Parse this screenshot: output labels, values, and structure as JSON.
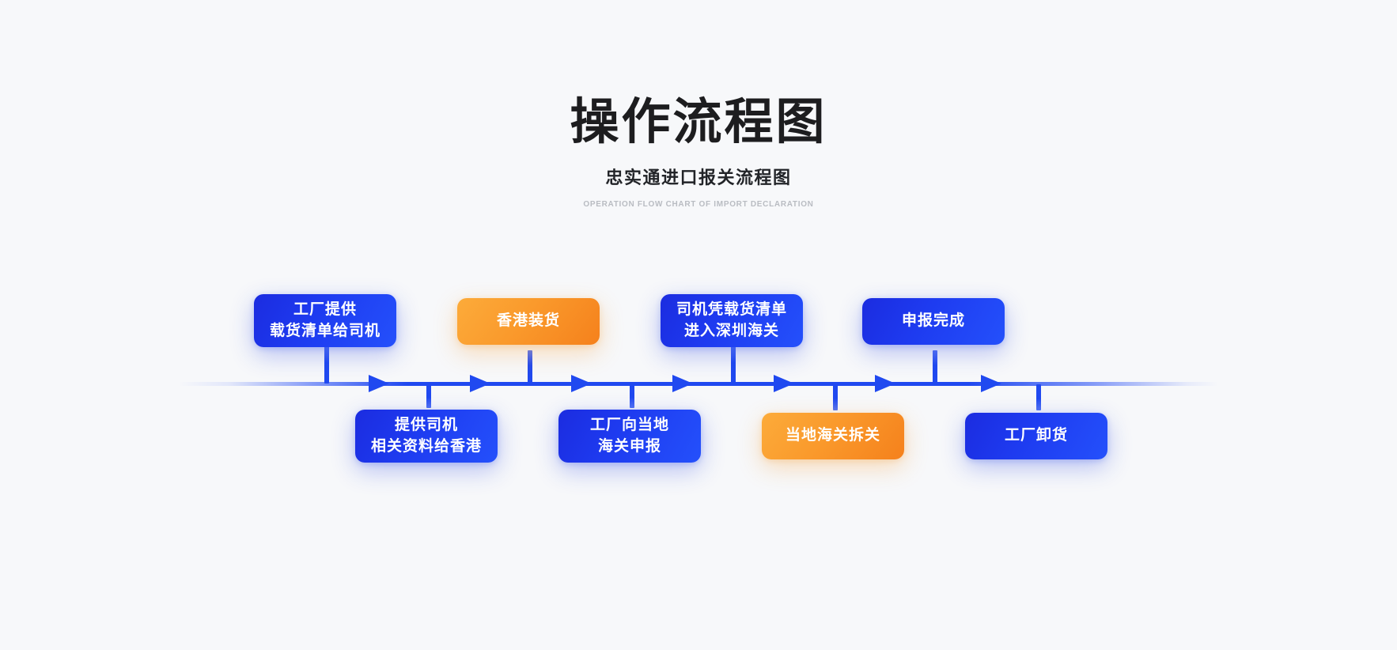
{
  "header": {
    "title": "操作流程图",
    "subtitle": "忠实通进口报关流程图",
    "english": "OPERATION FLOW CHART OF IMPORT DECLARATION"
  },
  "theme": {
    "background": "#f7f8fa",
    "blue": "#2049f0",
    "blue_dark": "#1b2ce0",
    "orange": "#f5811c",
    "orange_light": "#fcab3a",
    "title_color": "#1d1d1f",
    "english_color": "#b9bcc2"
  },
  "flow": {
    "axis_label": "timeline-axis",
    "steps": [
      {
        "id": 1,
        "label": "工厂提供\n载货清单给司机",
        "color": "blue",
        "position": "above"
      },
      {
        "id": 2,
        "label": "提供司机\n相关资料给香港",
        "color": "blue",
        "position": "below"
      },
      {
        "id": 3,
        "label": "香港装货",
        "color": "orange",
        "position": "above"
      },
      {
        "id": 4,
        "label": "工厂向当地\n海关申报",
        "color": "blue",
        "position": "below"
      },
      {
        "id": 5,
        "label": "司机凭载货清单\n进入深圳海关",
        "color": "blue",
        "position": "above"
      },
      {
        "id": 6,
        "label": "当地海关拆关",
        "color": "orange",
        "position": "below"
      },
      {
        "id": 7,
        "label": "申报完成",
        "color": "blue",
        "position": "above"
      },
      {
        "id": 8,
        "label": "工厂卸货",
        "color": "blue",
        "position": "below"
      }
    ]
  }
}
